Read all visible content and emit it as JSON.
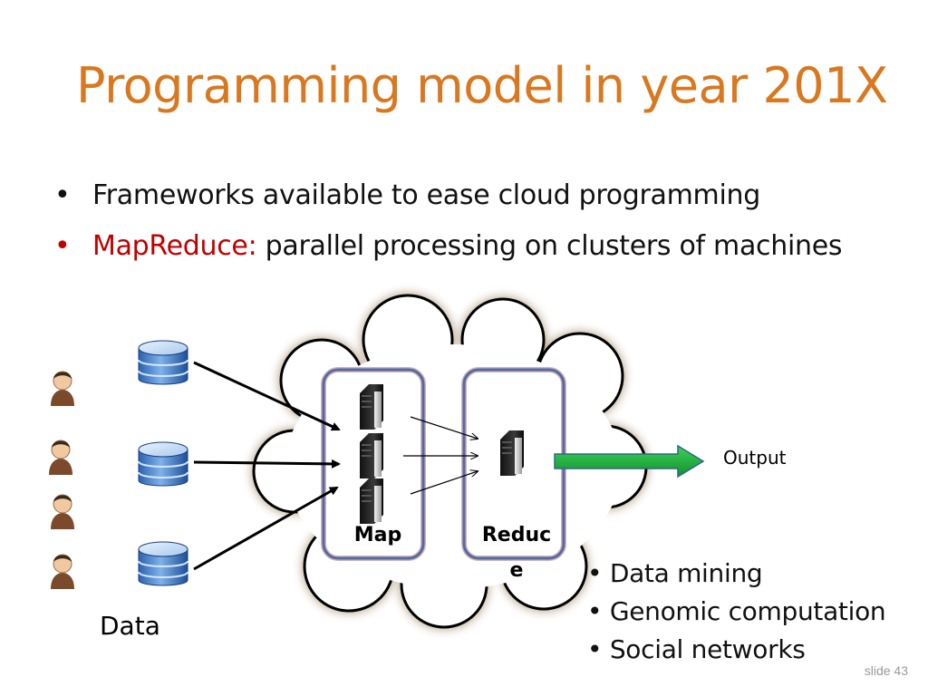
{
  "slide": {
    "title": "Programming model in year 201X",
    "bullets": [
      {
        "marker": "•",
        "text": "Frameworks available to ease cloud programming",
        "highlight": ""
      },
      {
        "marker": "•",
        "text": "parallel processing on clusters of machines",
        "highlight": "MapReduce:"
      }
    ],
    "slide_number": "slide 43"
  },
  "diagram": {
    "map_label": "Map",
    "reduce_label_line1": "Reduc",
    "reduce_label_line2": "e",
    "output_label": "Output",
    "data_label": "Data",
    "applications": [
      "• Data mining",
      "• Genomic computation",
      "• Social networks"
    ]
  },
  "colors": {
    "title": "#d9781f",
    "highlight": "#c00000",
    "output_arrow": "#1aa83a",
    "cloud_glow": "#8a6a40",
    "box_border": "#4f6ba8"
  },
  "icons": [
    "database-icon",
    "server-icon",
    "person-icon",
    "cloud-shape",
    "output-arrow"
  ]
}
